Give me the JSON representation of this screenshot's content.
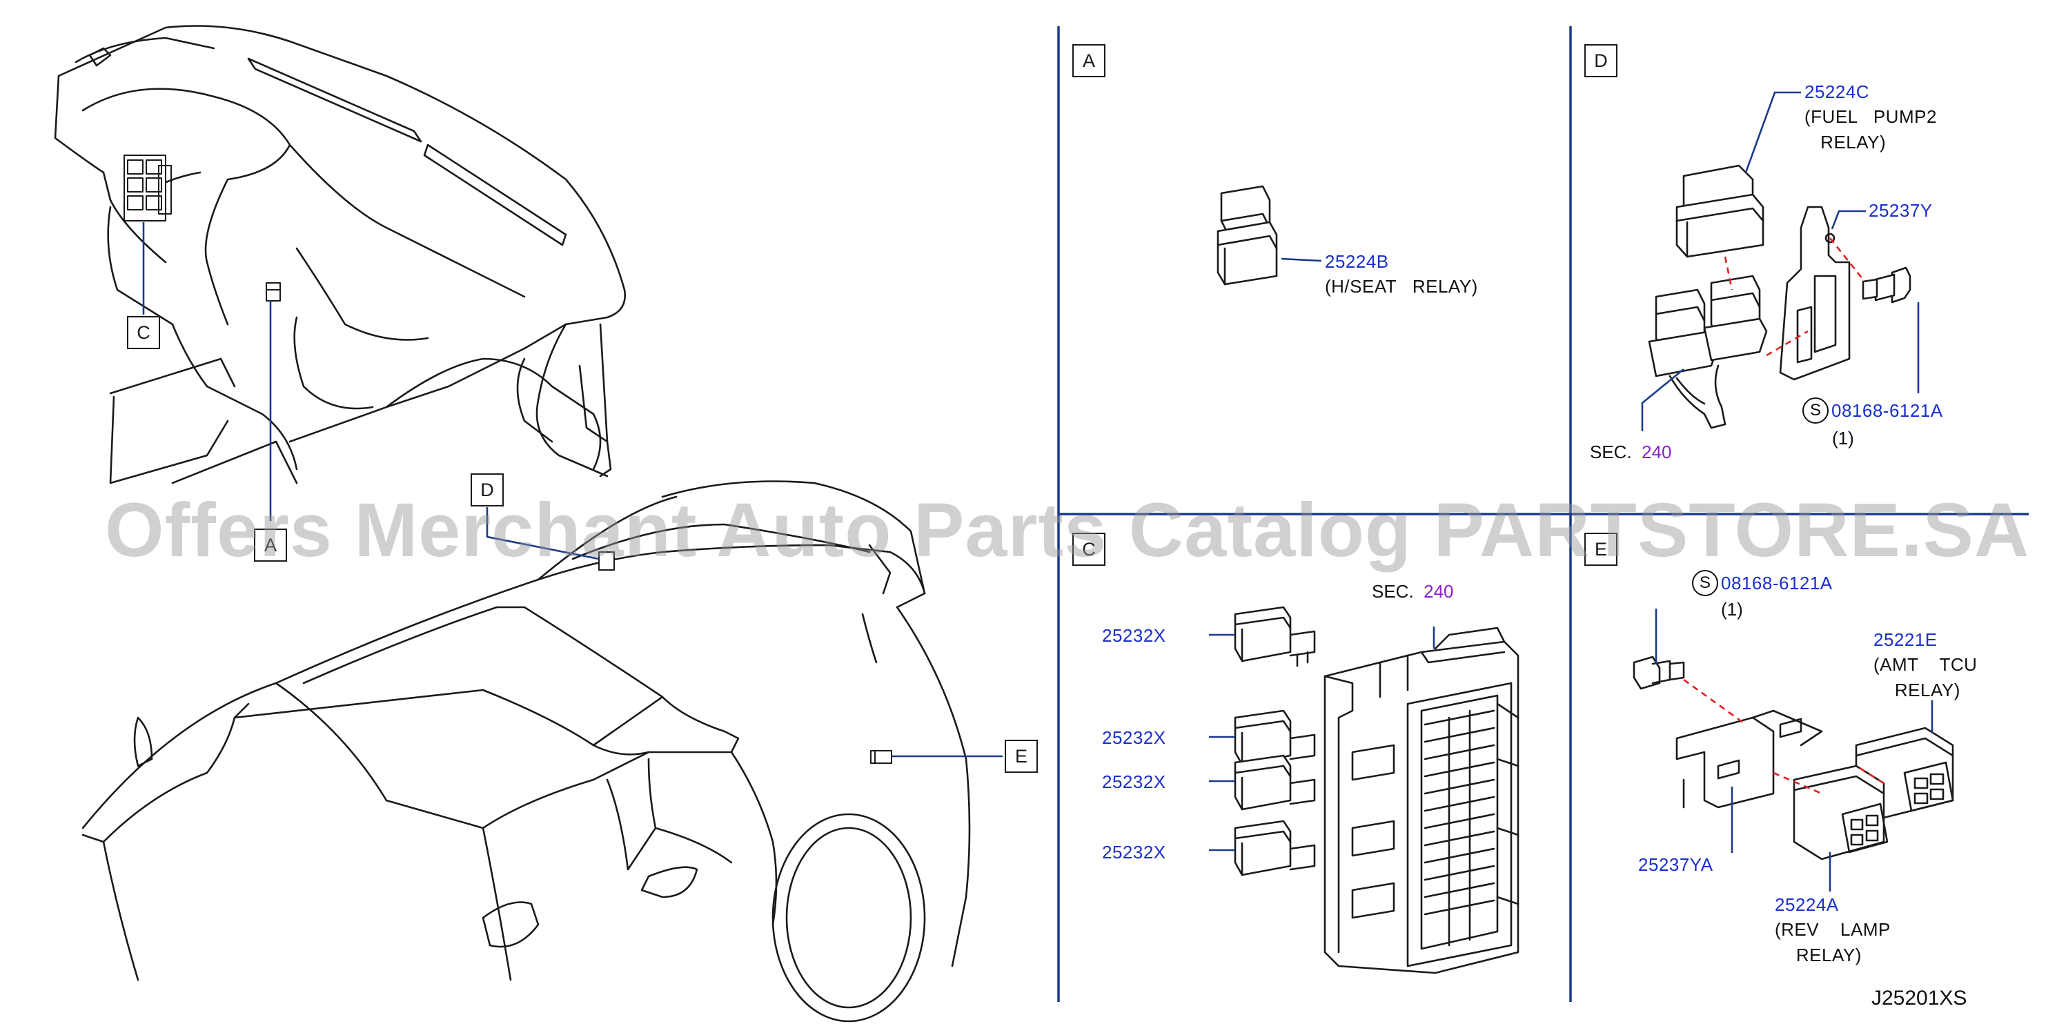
{
  "drawing_code": "J25201XS",
  "watermark": "Offers Merchant Auto Parts Catalog PARTSTORE.SA",
  "callouts": {
    "a": "A",
    "b": "C",
    "c": "D",
    "d": "E",
    "e": "A",
    "f": "C",
    "g": "D",
    "h": "E"
  },
  "panel_a": {
    "part": "25224B",
    "desc": "(H/SEAT   RELAY)"
  },
  "panel_d": {
    "relay_part": "25224C",
    "relay_desc": "(FUEL   PUMP2\n   RELAY)",
    "bracket_part": "25237Y",
    "bolt_symbol": "S",
    "bolt_part": "08168-6121A",
    "bolt_qty": "(1)",
    "sec_label": "SEC.",
    "sec_num": "240"
  },
  "panel_c": {
    "sec_label": "SEC.",
    "sec_num": "240",
    "relays": [
      "25232X",
      "25232X",
      "25232X",
      "25232X"
    ]
  },
  "panel_e": {
    "bolt_symbol": "S",
    "bolt_part": "08168-6121A",
    "bolt_qty": "(1)",
    "relay1_part": "25221E",
    "relay1_desc": "(AMT    TCU\n    RELAY)",
    "bracket_part": "25237YA",
    "relay2_part": "25224A",
    "relay2_desc": "(REV    LAMP\n    RELAY)"
  },
  "colors": {
    "leader": "#1a3a8a",
    "part_number": "#1a2fcc",
    "section_number": "#8a1fd0",
    "dash": "#e02020"
  }
}
